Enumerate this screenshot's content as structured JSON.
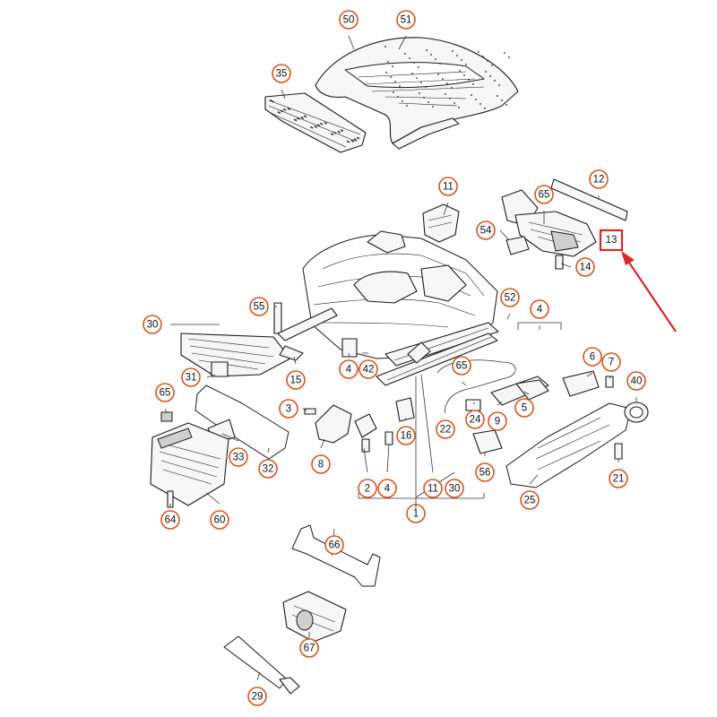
{
  "callouts": [
    {
      "id": "c50",
      "label": "50"
    },
    {
      "id": "c51",
      "label": "51"
    },
    {
      "id": "c35",
      "label": "35"
    },
    {
      "id": "c11a",
      "label": "11"
    },
    {
      "id": "c12",
      "label": "12"
    },
    {
      "id": "c65a",
      "label": "65"
    },
    {
      "id": "c54",
      "label": "54"
    },
    {
      "id": "c14",
      "label": "14"
    },
    {
      "id": "c30a",
      "label": "30"
    },
    {
      "id": "c55",
      "label": "55"
    },
    {
      "id": "c52",
      "label": "52"
    },
    {
      "id": "c4a",
      "label": "4"
    },
    {
      "id": "c41",
      "label": "4"
    },
    {
      "id": "c42",
      "label": "42"
    },
    {
      "id": "c15",
      "label": "15"
    },
    {
      "id": "c31",
      "label": "31"
    },
    {
      "id": "c65b",
      "label": "65"
    },
    {
      "id": "c65c",
      "label": "65"
    },
    {
      "id": "c6",
      "label": "6"
    },
    {
      "id": "c7",
      "label": "7"
    },
    {
      "id": "c40",
      "label": "40"
    },
    {
      "id": "c9",
      "label": "9"
    },
    {
      "id": "c5",
      "label": "5"
    },
    {
      "id": "c3",
      "label": "3"
    },
    {
      "id": "c16",
      "label": "16"
    },
    {
      "id": "c22",
      "label": "22"
    },
    {
      "id": "c24",
      "label": "24"
    },
    {
      "id": "c33",
      "label": "33"
    },
    {
      "id": "c32",
      "label": "32"
    },
    {
      "id": "c8",
      "label": "8"
    },
    {
      "id": "c2",
      "label": "2"
    },
    {
      "id": "c4b",
      "label": "4"
    },
    {
      "id": "c11b",
      "label": "11"
    },
    {
      "id": "c30b",
      "label": "30"
    },
    {
      "id": "c1",
      "label": "1"
    },
    {
      "id": "c56",
      "label": "56"
    },
    {
      "id": "c25",
      "label": "25"
    },
    {
      "id": "c21",
      "label": "21"
    },
    {
      "id": "c64",
      "label": "64"
    },
    {
      "id": "c60",
      "label": "60"
    },
    {
      "id": "c66",
      "label": "66"
    },
    {
      "id": "c67",
      "label": "67"
    },
    {
      "id": "c29",
      "label": "29"
    }
  ],
  "highlighted_part": {
    "label": "13"
  },
  "colors": {
    "callout_ring": "#d9531e",
    "highlight": "#d8262b",
    "line": "#1a1a1a"
  }
}
